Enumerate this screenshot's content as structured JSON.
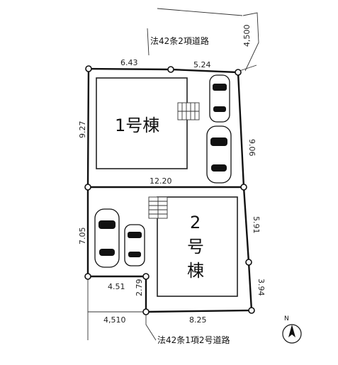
{
  "roads": {
    "north_road": "法42条2項道路",
    "north_road_width": "4,500",
    "south_road": "法42条1項2号道路",
    "south_road_width": "4,510"
  },
  "buildings": {
    "building_1": "1号棟",
    "building_2_line1": "2",
    "building_2_line2": "号",
    "building_2_line3": "棟"
  },
  "dimensions": {
    "top_left": "6.43",
    "top_right": "5.24",
    "left_lot1": "9.27",
    "right_lot1": "9.06",
    "middle": "12.20",
    "left_lot2": "7.05",
    "right_lot2": "5.91",
    "right_lower": "3.94",
    "passage_width": "4.51",
    "passage_depth": "2.79",
    "bottom": "8.25"
  },
  "compass": {
    "label": "N"
  }
}
